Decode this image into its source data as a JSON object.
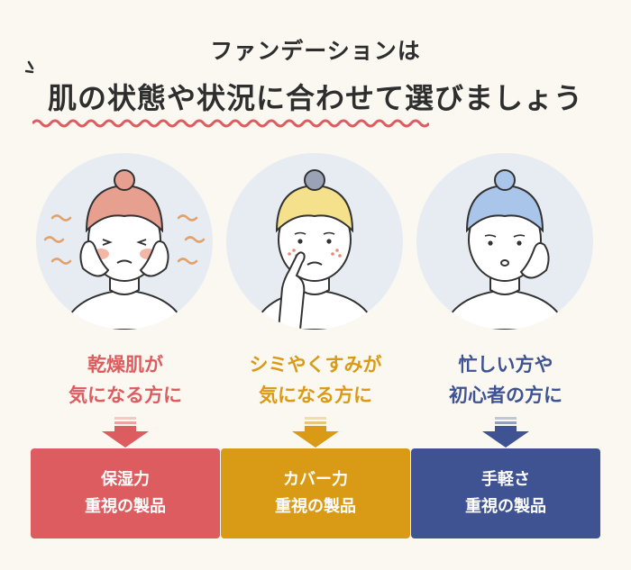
{
  "heading": {
    "line1": "ファンデーションは",
    "line2": "肌の状態や状況に合わせて選びましょう"
  },
  "columns": [
    {
      "target_line1": "乾燥肌が",
      "target_line2": "気になる方に",
      "product_line1": "保湿力",
      "product_line2": "重視の製品",
      "accent_color": "#dd5c5f"
    },
    {
      "target_line1": "シミやくすみが",
      "target_line2": "気になる方に",
      "product_line1": "カバー力",
      "product_line2": "重視の製品",
      "accent_color": "#d99a15"
    },
    {
      "target_line1": "忙しい方や",
      "target_line2": "初心者の方に",
      "product_line1": "手軽さ",
      "product_line2": "重視の製品",
      "accent_color": "#3f5393"
    }
  ],
  "colors": {
    "background": "#fbf8f1",
    "heading_text": "#2e2e2e",
    "circle_bg": "#e6ecf1",
    "wave": "#dd5c5f",
    "turban_red": "#e7a090",
    "turban_yellow": "#f5e08c",
    "turban_blue": "#a9c5ea"
  }
}
